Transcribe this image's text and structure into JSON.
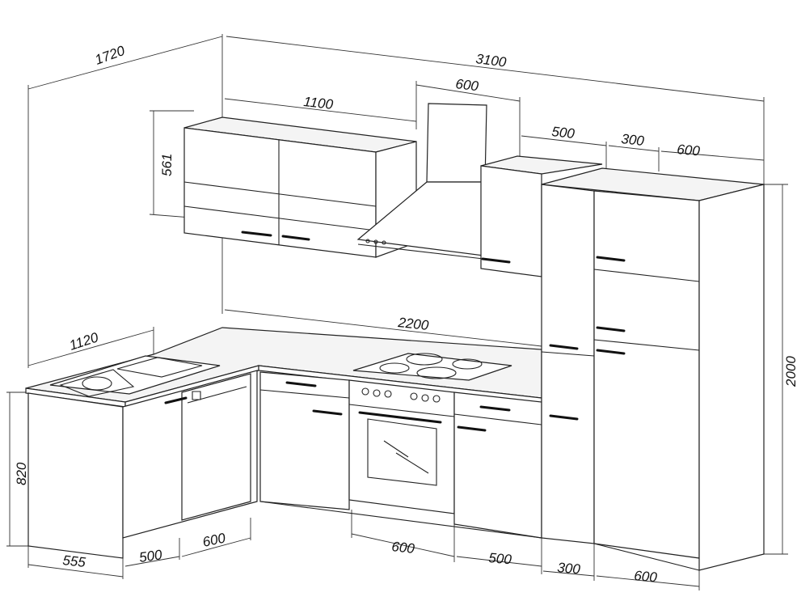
{
  "dimensions": {
    "left_depth_top": "1720",
    "total_width": "3100",
    "hood_width": "600",
    "wall_cabinets_width": "1100",
    "wall_cabinet_height": "561",
    "wall_cabinet_right_width": "500",
    "tall_narrow_width_top": "300",
    "tall_wide_width_top": "600",
    "counter_run_width": "2200",
    "left_run_width": "1120",
    "base_height": "820",
    "tall_height": "2000",
    "bottom_sink_depth": "555",
    "bottom_sink_width": "500",
    "bottom_dishwasher_width": "600",
    "bottom_oven_width": "600",
    "bottom_base_width": "500",
    "bottom_tall_narrow_width": "300",
    "bottom_tall_wide_width": "600"
  }
}
